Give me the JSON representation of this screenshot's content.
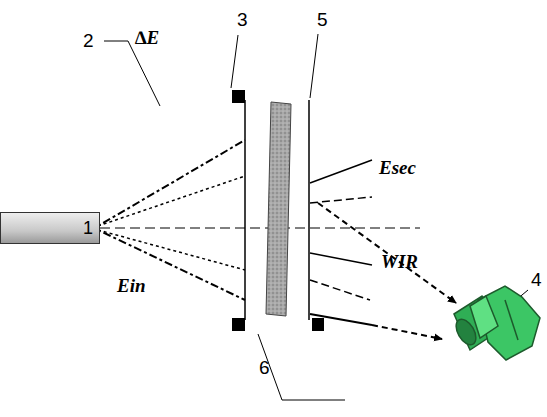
{
  "diagram": {
    "nodes": [
      {
        "text": [
          "1"
        ]
      }
    ],
    "labels": [
      "∆E",
      "2",
      "3",
      "5",
      "Esec",
      "WIR",
      "Ein",
      "6",
      "4"
    ]
  }
}
